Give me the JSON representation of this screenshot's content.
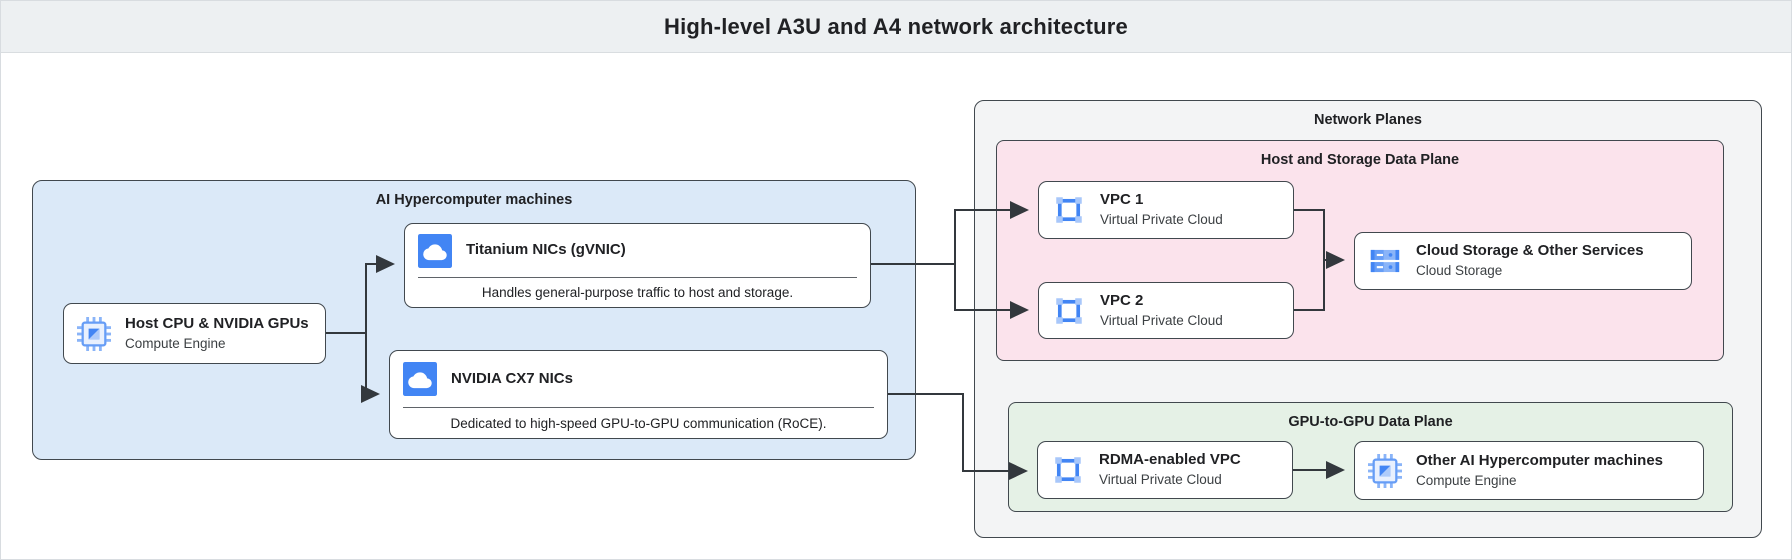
{
  "header": {
    "title": "High-level A3U and A4 network architecture"
  },
  "containers": {
    "ai_machines": {
      "label": "AI Hypercomputer machines"
    },
    "network_planes": {
      "label": "Network Planes"
    },
    "host_storage_plane": {
      "label": "Host and Storage Data Plane"
    },
    "gpu_plane": {
      "label": "GPU-to-GPU Data Plane"
    }
  },
  "nodes": {
    "host": {
      "title": "Host CPU & NVIDIA GPUs",
      "subtitle": "Compute Engine",
      "icon": "compute-engine-icon"
    },
    "titanium": {
      "title": "Titanium NICs (gVNIC)",
      "description": "Handles general-purpose traffic to host and storage.",
      "icon": "cloud-icon"
    },
    "cx7": {
      "title": "NVIDIA CX7 NICs",
      "description": "Dedicated to high-speed GPU-to-GPU communication (RoCE).",
      "icon": "cloud-icon"
    },
    "vpc1": {
      "title": "VPC 1",
      "subtitle": "Virtual Private Cloud",
      "icon": "vpc-icon"
    },
    "vpc2": {
      "title": "VPC 2",
      "subtitle": "Virtual Private Cloud",
      "icon": "vpc-icon"
    },
    "storage": {
      "title": "Cloud Storage & Other Services",
      "subtitle": "Cloud Storage",
      "icon": "cloud-storage-icon"
    },
    "rdma": {
      "title": "RDMA-enabled VPC",
      "subtitle": "Virtual Private Cloud",
      "icon": "vpc-icon"
    },
    "other": {
      "title": "Other AI Hypercomputer machines",
      "subtitle": "Compute Engine",
      "icon": "compute-engine-icon"
    }
  },
  "colors": {
    "accent_blue": "#4285f4",
    "light_blue_icon": "#8ab4f8",
    "pale_blue_icon": "#aecbfa",
    "machines_fill": "#dbe9f8",
    "host_plane_fill": "#fbe3ec",
    "gpu_plane_fill": "#e5f1e6",
    "network_planes_fill": "#f3f4f5",
    "header_fill": "#edf0f2",
    "border_dark": "#41484e",
    "connector": "#33383d"
  }
}
